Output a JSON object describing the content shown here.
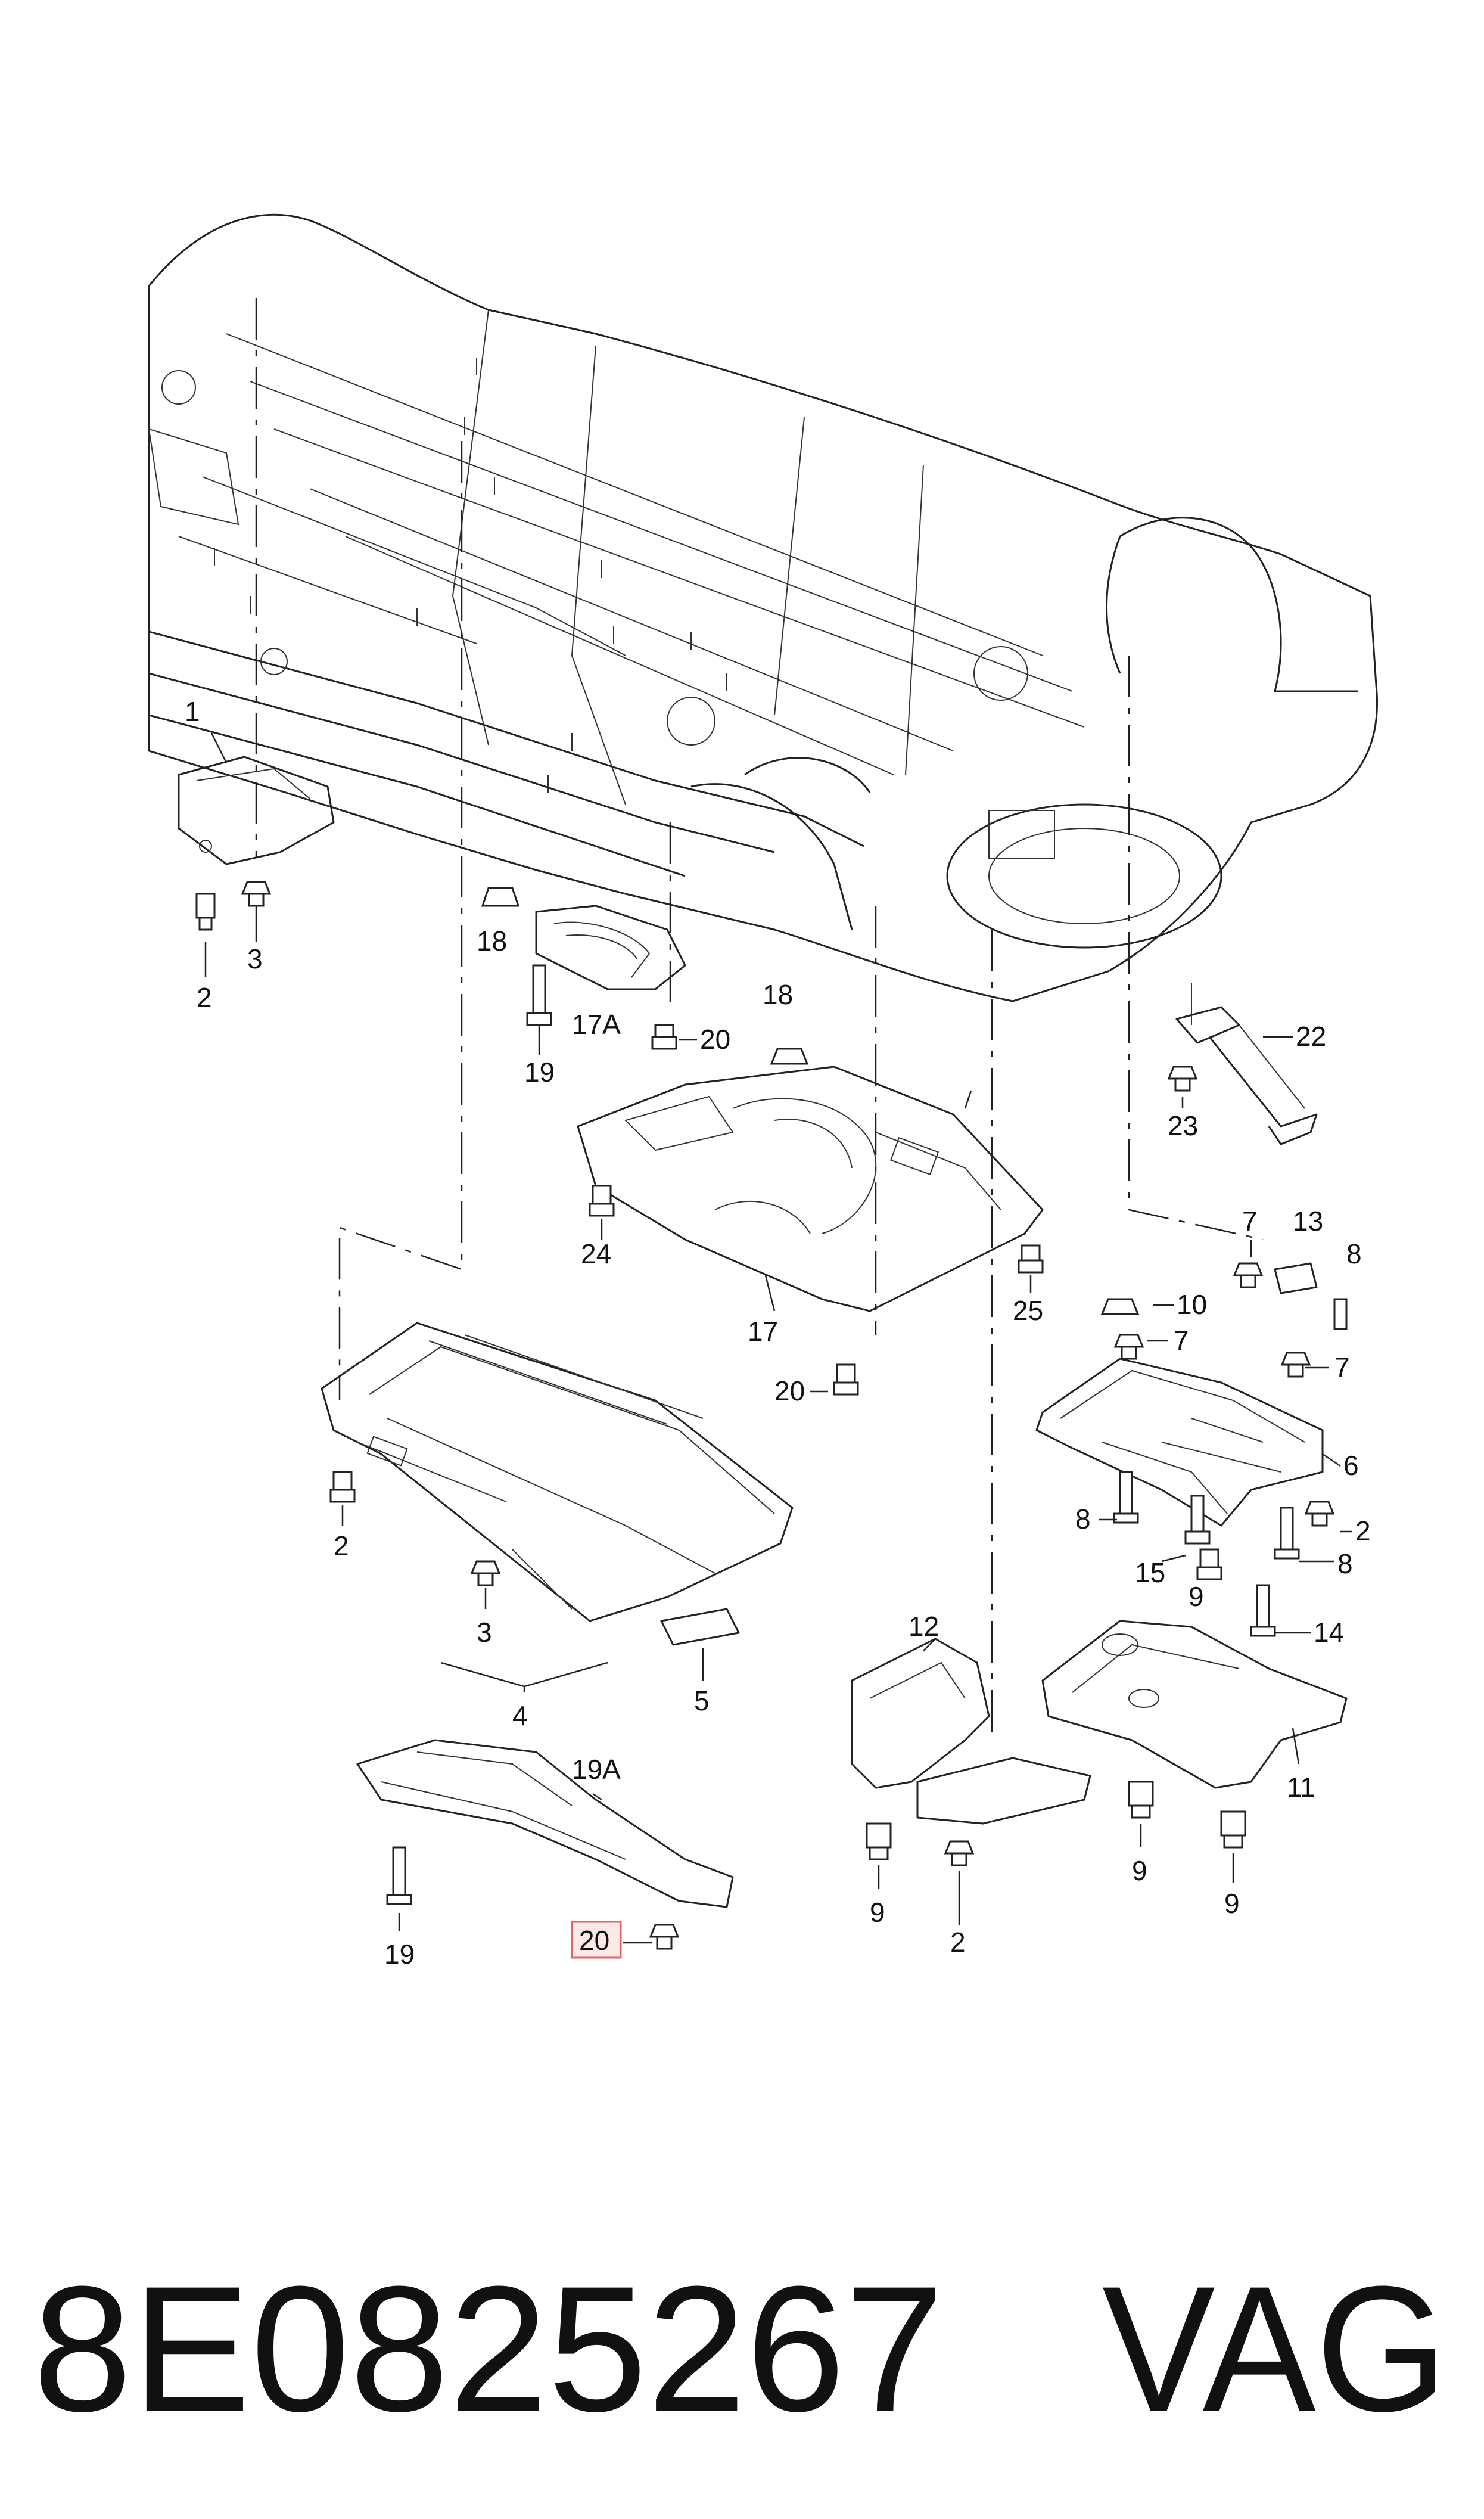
{
  "callouts": {
    "c1": "1",
    "c2a": "2",
    "c3a": "3",
    "c18a": "18",
    "c19a": "19",
    "c17A": "17A",
    "c20a": "20",
    "c18b": "18",
    "c24": "24",
    "c17": "17",
    "c20b": "20",
    "c25": "25",
    "c22": "22",
    "c23": "23",
    "c7a": "7",
    "c13": "13",
    "c8a": "8",
    "c10": "10",
    "c7b": "7",
    "c7c": "7",
    "c6": "6",
    "c8b": "8",
    "c2b": "2",
    "c15": "15",
    "c8c": "8",
    "c9a": "9",
    "c14": "14",
    "c2c": "2",
    "c3b": "3",
    "c4": "4",
    "c5": "5",
    "c12": "12",
    "c11": "11",
    "c9b": "9",
    "c9c": "9",
    "c9d": "9",
    "c2d": "2",
    "c19A": "19A",
    "c19b": "19",
    "c20c": "20"
  },
  "footer": {
    "part_number": "8E0825267",
    "brand": "VAG"
  },
  "highlight_color": "#d66"
}
